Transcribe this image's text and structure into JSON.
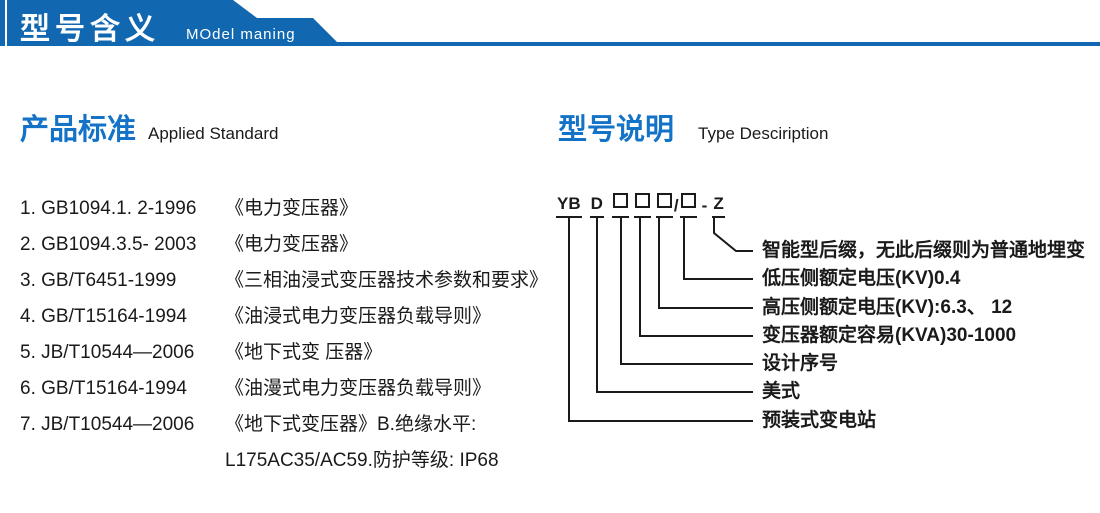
{
  "colors": {
    "banner_blue": "#1268b0",
    "heading_blue": "#1473c6",
    "text_dark": "#1a1a1a"
  },
  "header": {
    "title_zh": "型号含义",
    "title_en": "MOdel maning"
  },
  "left": {
    "heading_zh": "产品标准",
    "heading_en": "Applied Standard",
    "items": [
      {
        "code": "1. GB1094.1. 2-1996",
        "title": "《电力变压器》"
      },
      {
        "code": "2. GB1094.3.5- 2003",
        "title": "《电力变压器》"
      },
      {
        "code": "3. GB/T6451-1999",
        "title": "《三相油浸式变压器技术参数和要求》"
      },
      {
        "code": "4. GB/T15164-1994",
        "title": "《油浸式电力变压器负载导则》"
      },
      {
        "code": "5. JB/T10544—2006",
        "title": "《地下式变 压器》"
      },
      {
        "code": "6. GB/T15164-1994",
        "title": "《油漫式电力变压器负载导则》"
      },
      {
        "code": "7. JB/T10544—2006",
        "title": "《地下式变压器》B.绝缘水平:"
      },
      {
        "code": "",
        "title": "L175AC35/AC59.防护等级: IP68"
      }
    ]
  },
  "right": {
    "heading_zh": "型号说明",
    "heading_en": "Type Desciription",
    "model_code": {
      "pattern": "YBD□□□/□-Z",
      "yb": "YB",
      "d": "D",
      "slash": "/",
      "dash": "-",
      "z": "Z"
    },
    "labels": [
      "智能型后缀，无此后缀则为普通地埋变",
      "低压侧额定电压(KV)0.4",
      "高压侧额定电压(KV):6.3、 12",
      "变压器额定容易(KVA)30-1000",
      "设计序号",
      "美式",
      "预装式变电站"
    ]
  }
}
